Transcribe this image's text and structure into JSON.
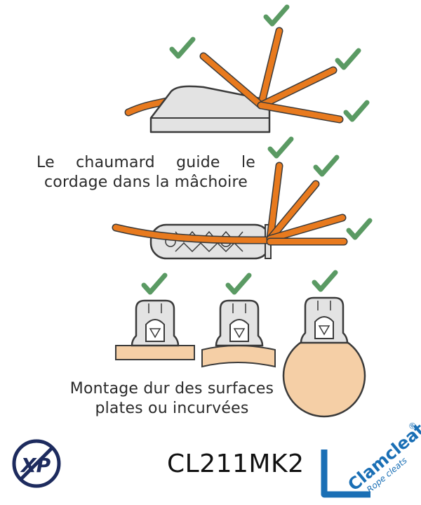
{
  "caption_guide": {
    "line1": [
      "Le",
      "chaumard",
      "guide",
      "le"
    ],
    "line2": "cordage dans la mâchoire"
  },
  "caption_mount": {
    "line1": "Montage dur des surfaces",
    "line2": "plates ou incurvées"
  },
  "model_code": "CL211MK2",
  "brand": {
    "name": "Clamcleat",
    "registered": "®",
    "tagline": "Rope cleats",
    "color": "#1a6fb5"
  },
  "colors": {
    "check": "#5a9a63",
    "rope": "#e87a1e",
    "cleat_fill": "#e3e3e3",
    "wood": "#f5cfa6"
  },
  "icons": [
    "check-icon",
    "xp-logo-icon",
    "clamcleat-logo-icon"
  ]
}
